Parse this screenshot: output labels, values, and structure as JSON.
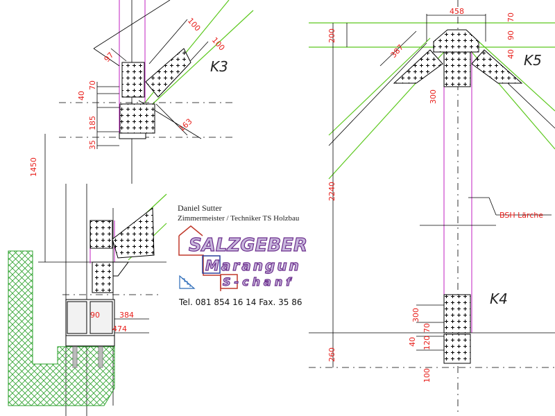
{
  "labels": {
    "k3": "K3",
    "k4": "K4",
    "k5": "K5",
    "bsh": "BSH Lärche"
  },
  "dimensions": {
    "k3_100a": "100",
    "k3_100b": "100",
    "k3_97": "97",
    "k3_70": "70",
    "k3_40": "40",
    "k3_185": "185",
    "k3_35": "35",
    "k3_163": "163",
    "left_1450": "1450",
    "base_90": "90",
    "base_384": "384",
    "base_474": "474",
    "k5_458": "458",
    "k5_70": "70",
    "k5_90": "90",
    "k5_40": "40",
    "k5_200": "200",
    "k5_387": "387",
    "k5_300": "300",
    "right_2240": "2240",
    "k4_300": "300",
    "k4_70": "70",
    "k4_40": "40",
    "k4_120": "120",
    "k4_260": "260",
    "k4_100": "100"
  },
  "logo": {
    "name": "Daniel Sutter",
    "title": "Zimmermeister / Techniker TS Holzbau",
    "line1": "SALZGEBER",
    "line2": "Marangun",
    "line3": "S-chanf",
    "contact": "Tel. 081 854 16 14   Fax. 35 86"
  },
  "colors": {
    "dimension": "#e8201c",
    "member_outline": "#c21fc2",
    "rafter_line": "#5cc81e",
    "concrete_hatch": "#2aa02a",
    "logo_fill": "#c8b6dc",
    "logo_stroke": "#6a2d8c"
  }
}
